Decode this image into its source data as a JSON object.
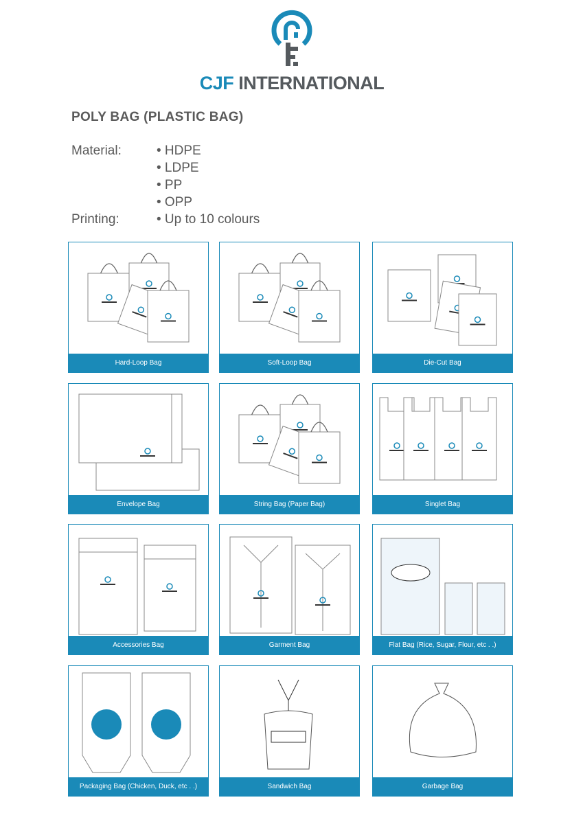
{
  "brand": {
    "name_part1": "CJF",
    "name_part2": " INTERNATIONAL",
    "accent": "#1a8ab8",
    "dark": "#555a5e"
  },
  "title": "POLY BAG (PLASTIC BAG)",
  "specs": {
    "material_label": "Material:",
    "materials": [
      "• HDPE",
      "• LDPE",
      "• PP",
      "• OPP"
    ],
    "printing_label": "Printing:",
    "printing": "• Up to 10 colours"
  },
  "products": [
    {
      "label": "Hard-Loop Bag",
      "icon": "shopping-bag-illustration"
    },
    {
      "label": "Soft-Loop Bag",
      "icon": "shopping-bag-illustration"
    },
    {
      "label": "Die-Cut Bag",
      "icon": "die-cut-bag-illustration"
    },
    {
      "label": "Envelope Bag",
      "icon": "envelope-bag-illustration"
    },
    {
      "label": "String Bag (Paper Bag)",
      "icon": "shopping-bag-illustration"
    },
    {
      "label": "Singlet Bag",
      "icon": "singlet-bag-illustration"
    },
    {
      "label": "Accessories Bag",
      "icon": "header-bag-illustration"
    },
    {
      "label": "Garment Bag",
      "icon": "garment-bag-illustration"
    },
    {
      "label": "Flat Bag (Rice, Sugar, Flour, etc . .)",
      "icon": "flat-bag-illustration"
    },
    {
      "label": "Packaging Bag (Chicken, Duck, etc . .)",
      "icon": "packaging-bag-illustration"
    },
    {
      "label": "Sandwich Bag",
      "icon": "sandwich-bag-illustration"
    },
    {
      "label": "Garbage Bag",
      "icon": "garbage-bag-illustration"
    }
  ]
}
